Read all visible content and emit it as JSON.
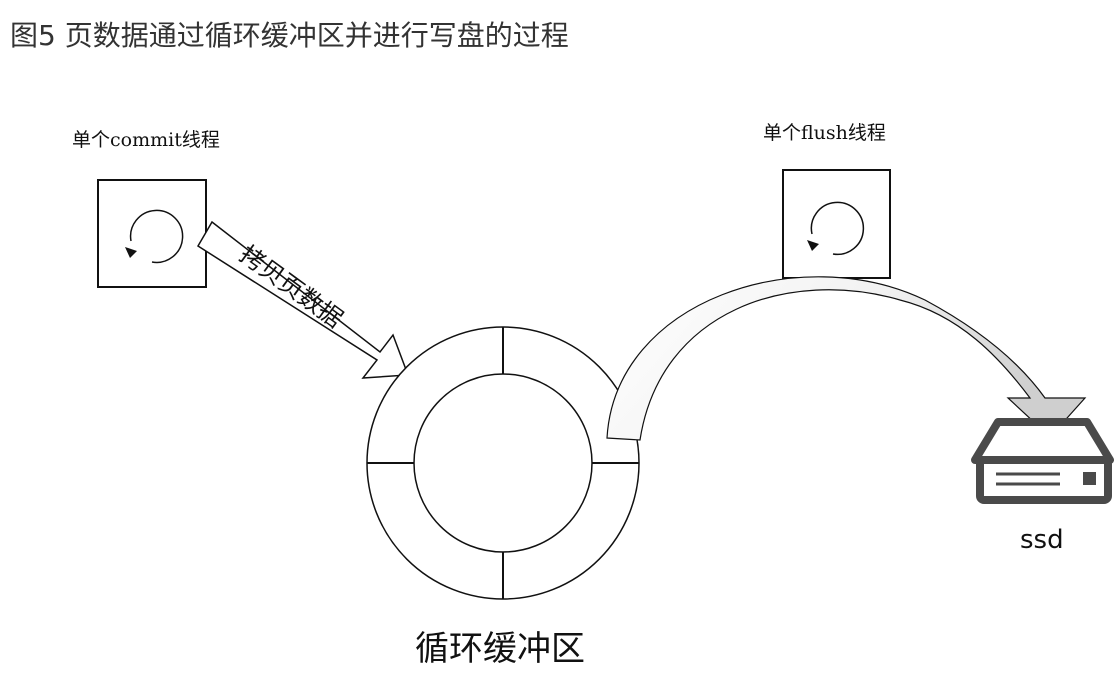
{
  "title": "图5 页数据通过循环缓冲区并进行写盘的过程",
  "nodes": {
    "commit_thread": {
      "label": "单个commit线程"
    },
    "flush_thread": {
      "label": "单个flush线程"
    },
    "ring_buffer": {
      "label": "循环缓冲区"
    },
    "ssd": {
      "label": "ssd"
    }
  },
  "edges": {
    "copy_arrow": {
      "label": "拷贝页数据"
    }
  },
  "icons": {
    "thread_loop": "cycle-icon",
    "storage": "ssd-drive-icon"
  },
  "colors": {
    "stroke": "#111111",
    "curved_arrow_fill": "#d9d9d9",
    "title": "#333333"
  }
}
